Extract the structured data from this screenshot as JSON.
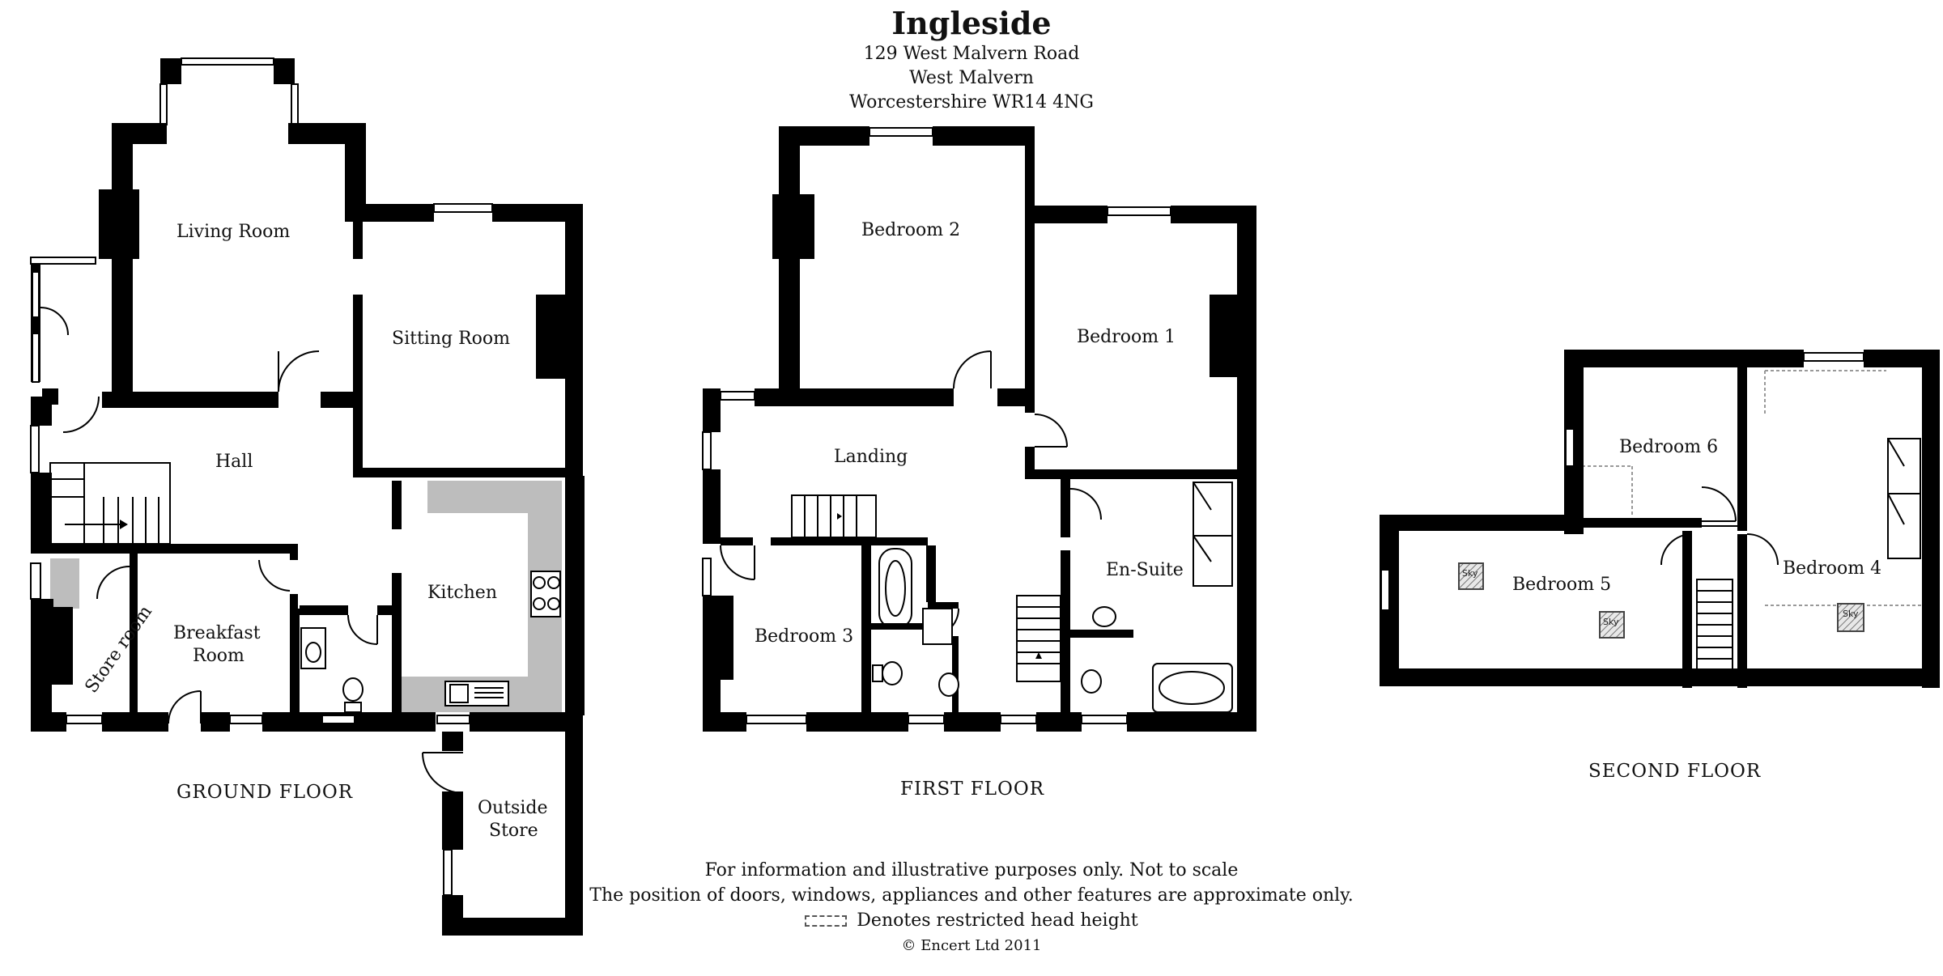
{
  "header": {
    "property_name": "Ingleside",
    "address_line1": "129 West Malvern Road",
    "address_line2": "West Malvern",
    "address_line3": "Worcestershire WR14 4NG"
  },
  "floors": {
    "ground": {
      "label": "GROUND FLOOR",
      "rooms": {
        "living_room": "Living Room",
        "sitting_room": "Sitting Room",
        "hall": "Hall",
        "kitchen": "Kitchen",
        "store_room": "Store room",
        "breakfast_room_line1": "Breakfast",
        "breakfast_room_line2": "Room",
        "outside_store_line1": "Outside",
        "outside_store_line2": "Store"
      }
    },
    "first": {
      "label": "FIRST FLOOR",
      "rooms": {
        "bedroom_2": "Bedroom 2",
        "bedroom_1": "Bedroom 1",
        "landing": "Landing",
        "en_suite": "En-Suite",
        "bedroom_3": "Bedroom 3"
      }
    },
    "second": {
      "label": "SECOND FLOOR",
      "rooms": {
        "bedroom_6": "Bedroom 6",
        "bedroom_5": "Bedroom 5",
        "bedroom_4": "Bedroom 4"
      },
      "skylight_label": "Sky"
    }
  },
  "footer": {
    "line1": "For information and illustrative purposes only. Not to scale",
    "line2": "The position of doors, windows, appliances and other features are approximate only.",
    "legend_text": "Denotes restricted head height",
    "copyright": "© Encert Ltd 2011"
  },
  "colors": {
    "wall": "#000000",
    "fitted_unit": "#bdbdbd",
    "window": "#ffffff",
    "background": "#ffffff"
  }
}
